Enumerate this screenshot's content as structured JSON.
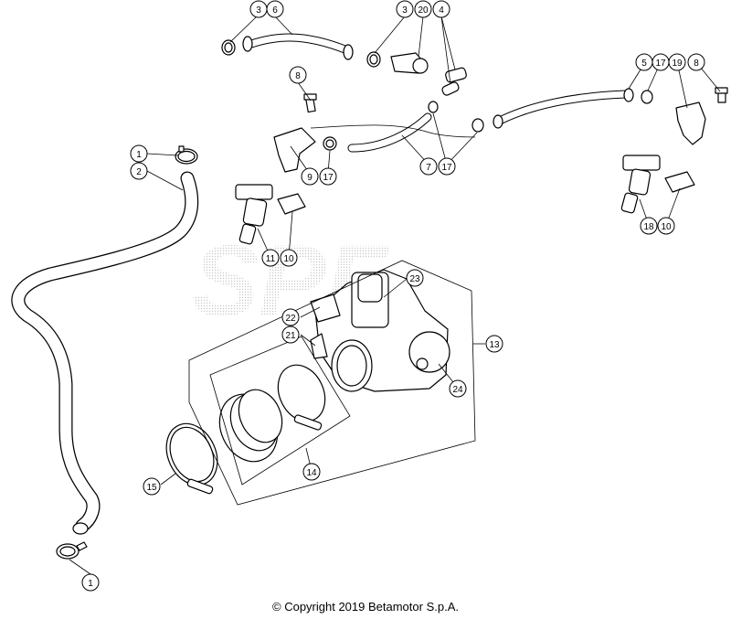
{
  "copyright": "© Copyright 2019 Betamotor S.p.A.",
  "callouts": [
    "1",
    "2",
    "3",
    "6",
    "3",
    "20",
    "4",
    "8",
    "9",
    "17",
    "7",
    "17",
    "5",
    "17",
    "19",
    "8",
    "11",
    "10",
    "18",
    "10",
    "23",
    "22",
    "21",
    "13",
    "24",
    "14",
    "15",
    "1"
  ],
  "watermark": "SPF",
  "colors": {
    "line": "#000000",
    "background": "#ffffff",
    "watermark": "#d8d8d8"
  }
}
